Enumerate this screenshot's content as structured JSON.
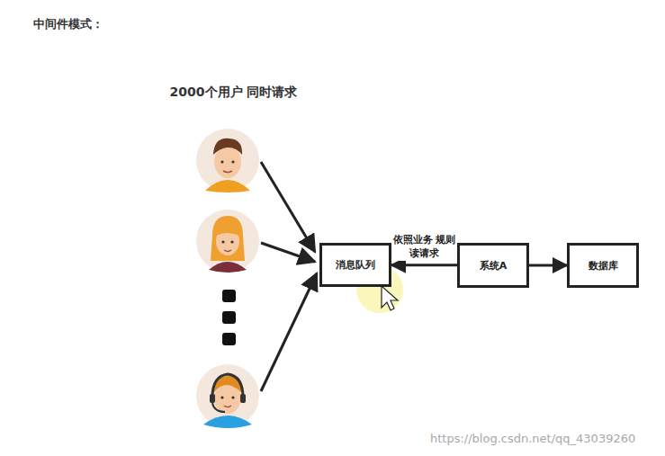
{
  "diagram": {
    "title": "中间件模式：",
    "nodes": [
      {
        "text": [
          "消息队列"
        ]
      },
      {
        "text": [
          "系统A"
        ]
      },
      {
        "text": [
          "数据库"
        ]
      }
    ],
    "edges": [
      {
        "from": 1,
        "to": 0,
        "label": "依照业务 规则读请求",
        "arrow": "to"
      },
      {
        "from": 1,
        "to": 2,
        "arrow": "to"
      }
    ],
    "labels": [
      "2000个用户 同时请求",
      "https://blog.csdn.net/qq_43039260"
    ]
  }
}
